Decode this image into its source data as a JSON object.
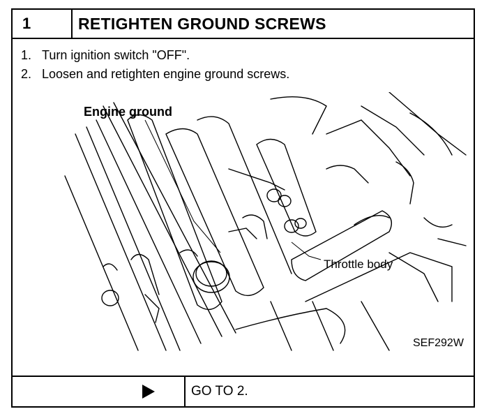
{
  "step": {
    "number": "1",
    "title": "RETIGHTEN GROUND SCREWS"
  },
  "instructions": [
    {
      "num": "1.",
      "text": "Turn ignition switch \"OFF\"."
    },
    {
      "num": "2.",
      "text": "Loosen and retighten engine ground screws."
    }
  ],
  "figure": {
    "label_engine_ground": "Engine ground",
    "label_throttle_body": "Throttle body",
    "figure_code": "SEF292W"
  },
  "footer": {
    "arrow_icon": "right-triangle-arrow-icon",
    "action": "GO TO 2."
  }
}
